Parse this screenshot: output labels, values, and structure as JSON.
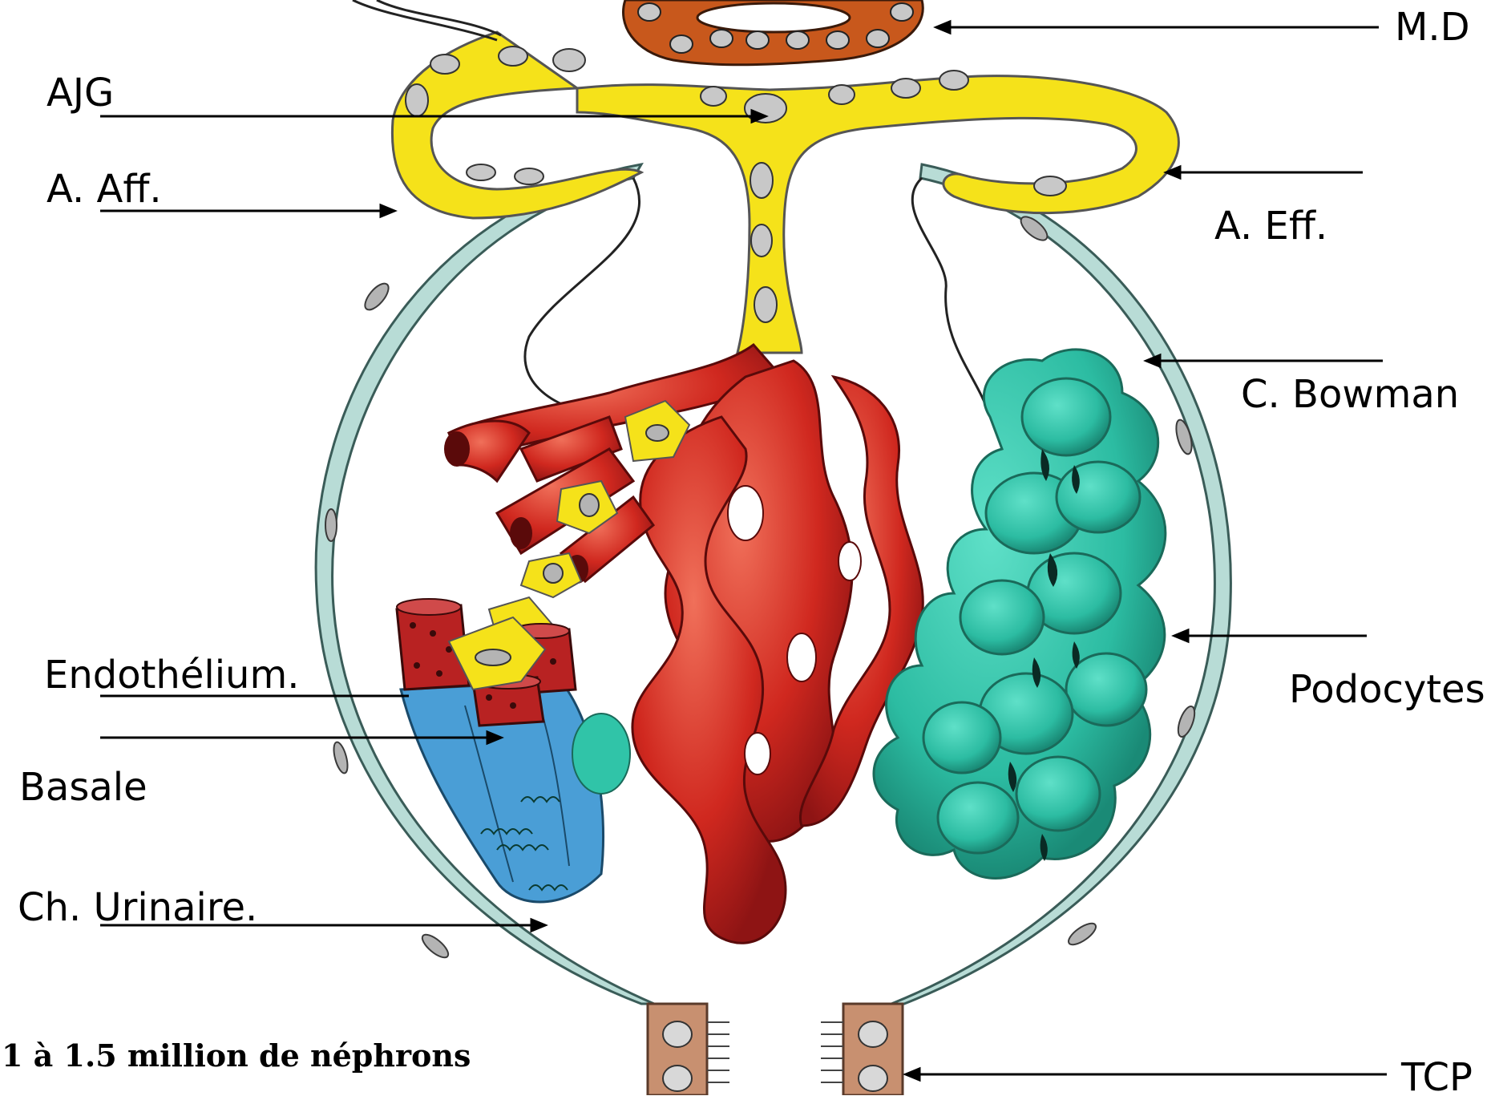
{
  "labels": {
    "md": "M.D",
    "ajg": "AJG",
    "a_aff": "A. Aff.",
    "a_eff": "A. Eff.",
    "bowman": "C. Bowman",
    "endothelium": "Endothélium.",
    "podocytes": "Podocytes",
    "basale": "Basale",
    "ch_urinaire": "Ch. Urinaire.",
    "tcp": "TCP"
  },
  "caption": "1 à 1.5 million de néphrons",
  "colors": {
    "bowman_capsule": "#b8dcd6",
    "bowman_outline": "#3a5c58",
    "arteriole_yellow": "#f5e21a",
    "arteriole_outline": "#555555",
    "macula_densa": "#c8581c",
    "capillary_red": "#c8231e",
    "capillary_dark": "#8e1414",
    "podocyte_teal": "#30c4a8",
    "podocyte_dark": "#168874",
    "basal_blue": "#4a9ed6",
    "tubule_brown": "#b87c5a",
    "nucleus_grey": "#b4b4b4",
    "leader_line": "#000000"
  }
}
